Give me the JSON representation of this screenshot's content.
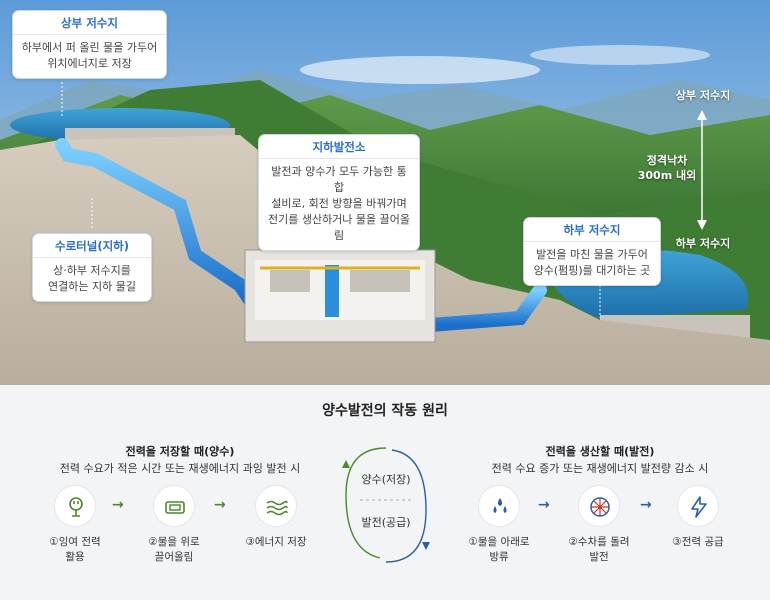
{
  "callouts": {
    "upper": {
      "title": "상부 저수지",
      "desc": "하부에서 퍼 올린 물을 가두어\n위치에너지로 저장"
    },
    "plant": {
      "title": "지하발전소",
      "desc": "발전과 양수가 모두 가능한 통합\n설비로, 회전 방향을 바꿔가며\n전기를 생산하거나 물을 끌어올림"
    },
    "tunnel": {
      "title": "수로터널(지하)",
      "desc": "상·하부 저수지를\n연결하는 지하 물길"
    },
    "lower": {
      "title": "하부 저수지",
      "desc": "발전을 마친 물을 가두어\n양수(펌핑)를 대기하는 곳"
    }
  },
  "tags": {
    "upper": "상부 저수지",
    "head": "정격낙차\n300m 내외",
    "lower": "하부 저수지"
  },
  "principle": {
    "title": "양수발전의 작동 원리",
    "storage": {
      "title": "전력을 저장할 때(양수)",
      "subtitle": "전력 수요가 적은 시간 또는 재생에너지 과잉 발전 시",
      "steps": [
        "①잉여 전력\n활용",
        "②물을 위로\n끌어올림",
        "③에너지 저장"
      ],
      "icons": [
        "power-plug-icon",
        "pump-motor-icon",
        "water-waves-icon"
      ]
    },
    "cycle": {
      "top": "양수(저장)",
      "bottom": "발전(공급)"
    },
    "generation": {
      "title": "전력을 생산할 때(발전)",
      "subtitle": "전력 수요 증가 또는 재생에너지 발전량 감소 시",
      "steps": [
        "①물을 아래로\n방류",
        "②수차를 돌려\n발전",
        "③전력 공급"
      ],
      "icons": [
        "water-drops-icon",
        "turbine-icon",
        "lightning-icon"
      ]
    }
  },
  "colors": {
    "accent": "#2a6fcf",
    "green": "#4a8a2a",
    "navy": "#2a5ea8"
  }
}
